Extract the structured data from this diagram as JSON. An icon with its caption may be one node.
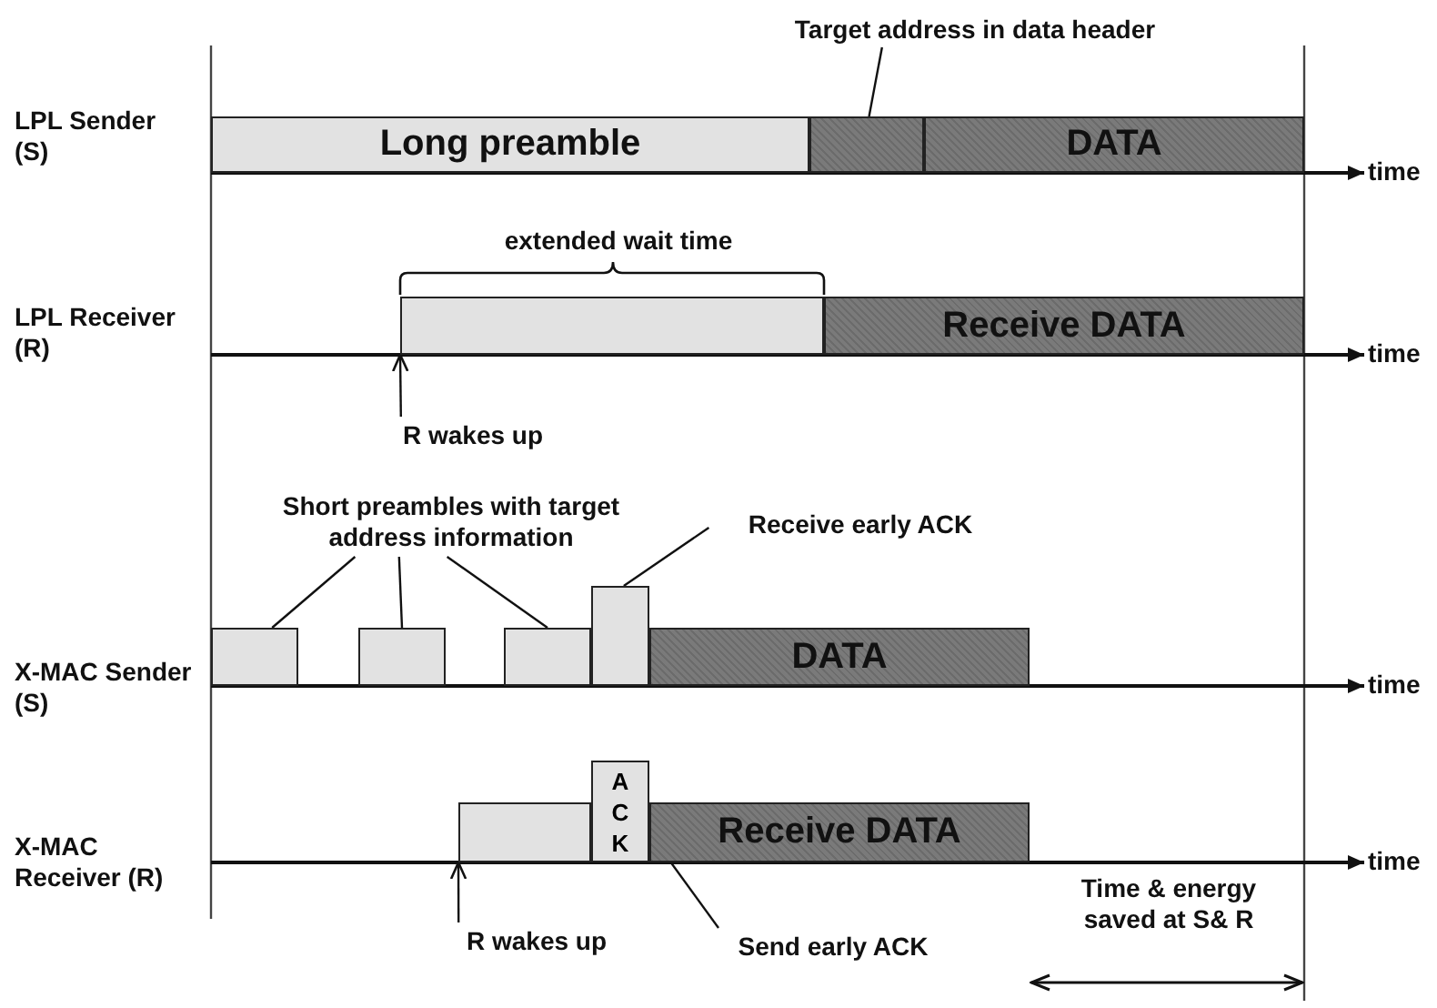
{
  "diagram": {
    "nodes": [
      {
        "text": [
          "Long preamble"
        ]
      },
      {
        "text": [],
        "shape": "bar"
      },
      {
        "text": [
          "DATA"
        ]
      },
      {
        "text": [
          "Target address in data header"
        ]
      },
      {
        "text": [],
        "shape": "bar"
      },
      {
        "text": [
          "Receive DATA"
        ]
      },
      {
        "text": [
          "R wakes up"
        ]
      },
      {
        "text": [
          "Short preambles with target address information"
        ]
      },
      {
        "text": [],
        "shape": "bar"
      },
      {
        "text": [],
        "shape": "bar"
      },
      {
        "text": [],
        "shape": "bar"
      },
      {
        "text": [],
        "shape": "bar"
      },
      {
        "text": [
          "Receive early ACK"
        ]
      },
      {
        "text": [
          "DATA"
        ]
      },
      {
        "text": [],
        "shape": "bar"
      },
      {
        "text": [
          "ACK"
        ]
      },
      {
        "text": [
          "Receive DATA"
        ]
      },
      {
        "text": [
          "R wakes up"
        ]
      },
      {
        "text": [
          "Send early ACK"
        ]
      }
    ],
    "edges": [
      {
        "from": 3,
        "to": 1,
        "arrow": "none"
      },
      {
        "from": 6,
        "to": 4,
        "arrow": "to"
      },
      {
        "from": 7,
        "to": 8,
        "arrow": "none"
      },
      {
        "from": 7,
        "to": 9,
        "arrow": "none"
      },
      {
        "from": 7,
        "to": 10,
        "arrow": "none"
      },
      {
        "from": 12,
        "to": 11,
        "arrow": "none"
      },
      {
        "from": 17,
        "to": 14,
        "arrow": "to"
      },
      {
        "from": 18,
        "to": 15,
        "arrow": "none"
      }
    ],
    "labels": [
      "LPL Sender (S)",
      "time",
      "extended wait time",
      "LPL Receiver (R)",
      "time",
      "X-MAC Sender (S)",
      "time",
      "X-MAC Receiver (R)",
      "time",
      "Time & energy saved at S& R"
    ]
  }
}
